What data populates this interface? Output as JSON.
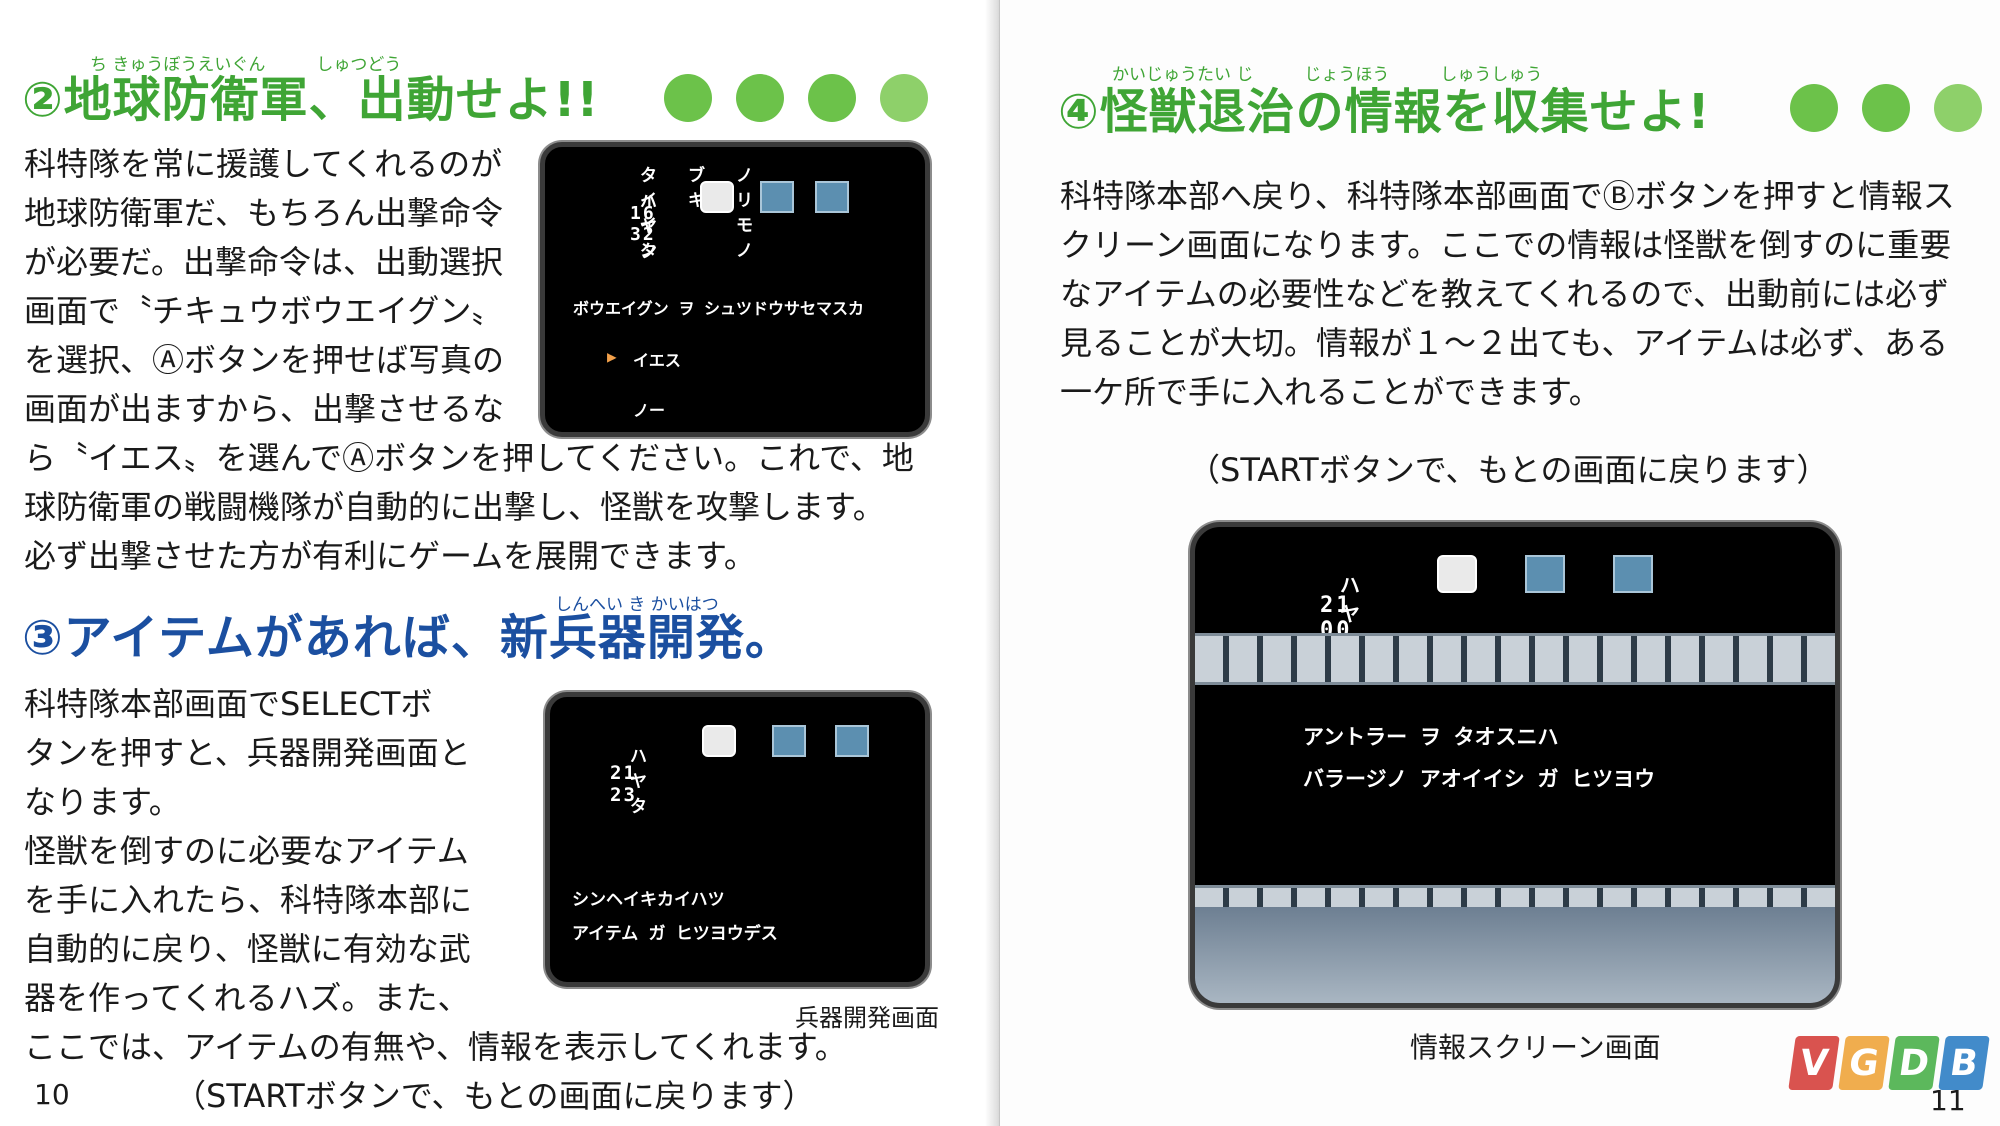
{
  "left_page": {
    "section2": {
      "ruby": "ち きゅうぼうえいぐん　　　しゅつどう",
      "title": "②地球防衛軍、出動せよ!!",
      "paragraph_lines": [
        "科特隊を常に援護してくれるのが",
        "地球防衛軍だ、もちろん出撃命令",
        "が必要だ。出撃命令は、出動選択",
        "画面で〝チキュウボウエイグン〟",
        "を選択、Ⓐボタンを押せば写真の",
        "画面が出ますから、出撃させるな",
        "ら〝イエス〟を選んでⒶボタンを押してください。これで、地",
        "球防衛軍の戦闘機隊が自動的に出撃し、怪獣を攻撃します。",
        "必ず出撃させた方が有利にゲームを展開できます。"
      ],
      "screen": {
        "hud_labels": [
          "タイイン",
          "ブキ",
          "ノリモノ"
        ],
        "hud_name": "ハヤタ",
        "hud_numbers": "16 32",
        "prompt": "ボウエイグン ヲ シュツドウサセマスカ",
        "option_yes": "イエス",
        "option_no": "ノー",
        "cursor_icon": "pointer-cursor-icon"
      }
    },
    "section3": {
      "ruby": "しんへい き かいはつ",
      "title": "③アイテムがあれば、新兵器開発。",
      "paragraph_lines": [
        "科特隊本部画面でSELECTボ",
        "タンを押すと、兵器開発画面と",
        "なります。",
        "怪獣を倒すのに必要なアイテム",
        "を手に入れたら、科特隊本部に",
        "自動的に戻り、怪獣に有効な武",
        "器を作ってくれるハズ。また、",
        "ここでは、アイテムの有無や、情報を表示してくれます。",
        "（STARTボタンで、もとの画面に戻ります）"
      ],
      "screen": {
        "hud_name": "ハヤタ",
        "hud_numbers": "21 23",
        "line1": "シンヘイキカイハツ",
        "line2": "アイテム ガ ヒツヨウデス"
      },
      "caption": "兵器開発画面"
    },
    "page_number": "10"
  },
  "right_page": {
    "section4": {
      "ruby": "かいじゅうたい じ　　　じょうほう　　　しゅうしゅう",
      "title": "④怪獣退治の情報を収集せよ!",
      "paragraph_lines": [
        "科特隊本部へ戻り、科特隊本部画面でⒷボタンを押すと情報ス",
        "クリーン画面になります。ここでの情報は怪獣を倒すのに重要",
        "なアイテムの必要性などを教えてくれるので、出動前には必ず",
        "見ることが大切。情報が１～２出ても、アイテムは必ず、ある",
        "一ケ所で手に入れることができます。"
      ],
      "note": "（STARTボタンで、もとの画面に戻ります）",
      "screen": {
        "hud_name": "ハヤタ",
        "hud_numbers": "21 00",
        "line1": "アントラー ヲ タオスニハ",
        "line2": "バラージノ アオイイシ ガ ヒツヨウ"
      },
      "caption": "情報スクリーン画面"
    },
    "page_number": "11",
    "watermark_logo": {
      "letters": [
        "V",
        "G",
        "D",
        "B"
      ],
      "colors": [
        "#d9534f",
        "#f0ad4e",
        "#5cb85c",
        "#428bca"
      ]
    }
  },
  "colors": {
    "heading_green": "#3fa535",
    "heading_blue": "#1b4fa0",
    "dot_green": "#6cc24a"
  }
}
